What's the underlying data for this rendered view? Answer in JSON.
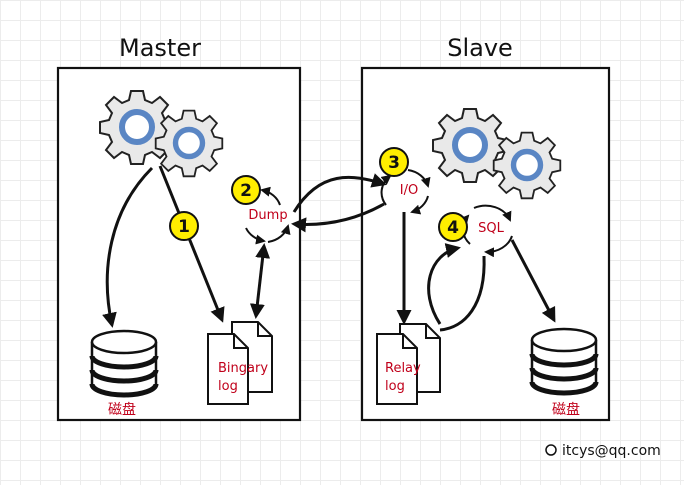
{
  "master": {
    "title": "Master",
    "step_dump": "2",
    "step_write": "1",
    "process_dump": "Dump",
    "binlog_line1": "Bingary",
    "binlog_line2": "log",
    "disk_label": "磁盘"
  },
  "slave": {
    "title": "Slave",
    "step_io": "3",
    "step_sql": "4",
    "process_io": "I/O",
    "process_sql": "SQL",
    "relaylog_line1": "Relay",
    "relaylog_line2": "log",
    "disk_label": "磁盘"
  },
  "footer": {
    "credit": "itcys@qq.com",
    "icon": "circle-icon"
  },
  "colors": {
    "accent_red": "#c0001a",
    "step_yellow": "#ffee00",
    "gear_grey": "#e9e9e9",
    "gear_ring": "#5a86c4"
  }
}
